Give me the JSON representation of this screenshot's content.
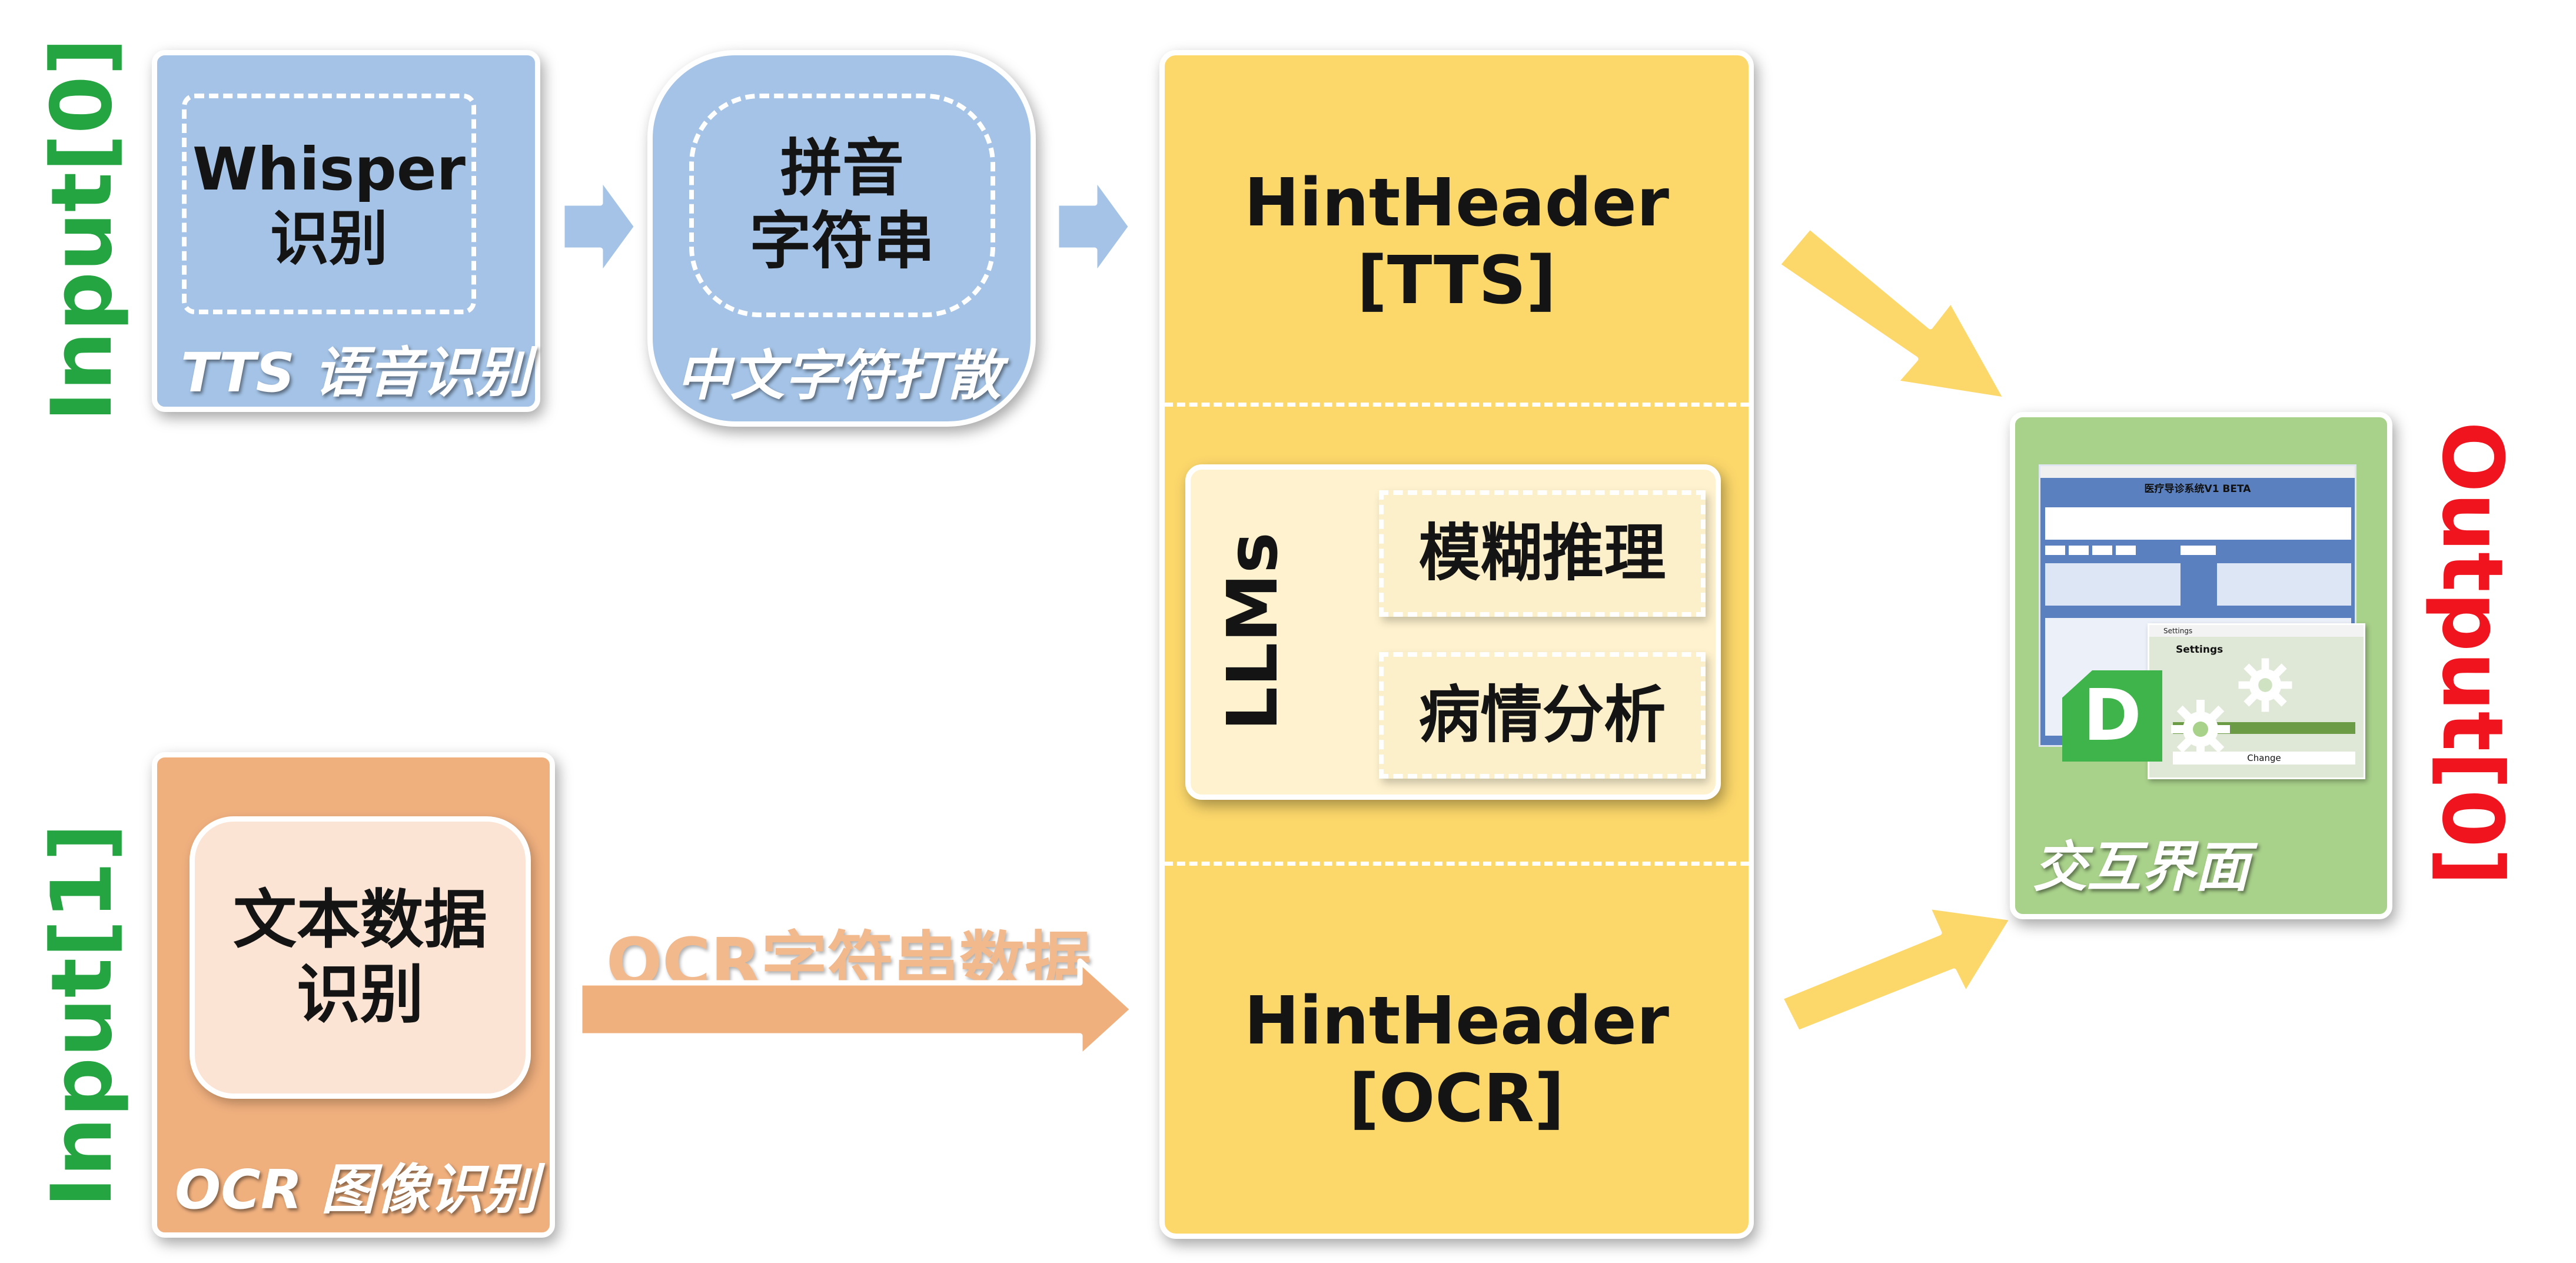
{
  "inputs": {
    "input0": "Input[0]",
    "input1": "Input[1]"
  },
  "output": {
    "label": "Output[0]"
  },
  "tts_box": {
    "inner_line1": "Whisper",
    "inner_line2": "识别",
    "caption": "TTS 语音识别"
  },
  "pinyin_box": {
    "inner_line1": "拼音",
    "inner_line2": "字符串",
    "caption": "中文字符打散"
  },
  "ocr_box": {
    "inner_line1": "文本数据",
    "inner_line2": "识别",
    "caption": "OCR 图像识别"
  },
  "ocr_arrow_label": "OCR字符串数据",
  "center_column": {
    "header_tts_line1": "HintHeader",
    "header_tts_line2": "[TTS]",
    "llms_title": "LLMs",
    "llm_task1": "模糊推理",
    "llm_task2": "病情分析",
    "header_ocr_line1": "HintHeader",
    "header_ocr_line2": "[OCR]"
  },
  "ui_panel": {
    "caption": "交互界面",
    "main_window_title": "医疗导诊系统V1 BETA",
    "settings_window_title": "Settings",
    "settings_heading": "Settings",
    "settings_change_button": "Change",
    "logo_letter": "D"
  },
  "colors": {
    "blue": "#a4c3e6",
    "orange": "#f0b07e",
    "orange_light": "#fbe4d4",
    "yellow": "#fcd86b",
    "cream": "#fff3cf",
    "green_panel": "#a8d18a",
    "green_text": "#24a541",
    "red_text": "#f0141e"
  }
}
